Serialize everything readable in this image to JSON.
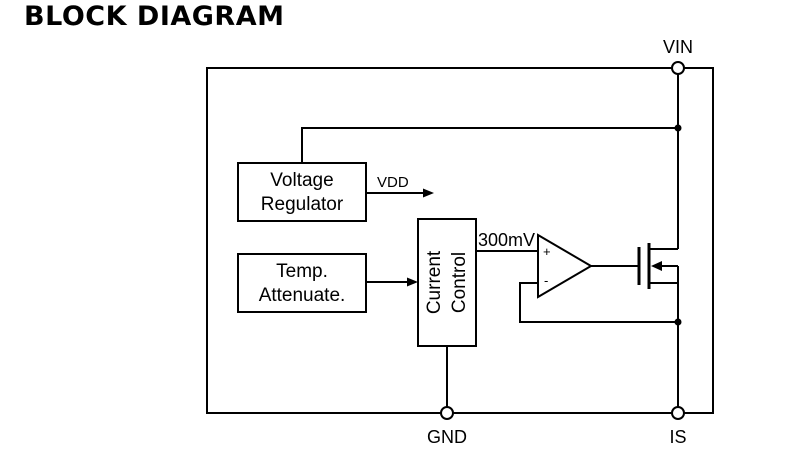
{
  "title": "BLOCK DIAGRAM",
  "pins": {
    "vin": "VIN",
    "gnd": "GND",
    "is": "IS"
  },
  "blocks": {
    "voltage_regulator": {
      "line1": "Voltage",
      "line2": "Regulator"
    },
    "temp_attenuate": {
      "line1": "Temp.",
      "line2": "Attenuate."
    },
    "current_control": {
      "line1": "Current",
      "line2": "Control"
    }
  },
  "signals": {
    "vdd": "VDD",
    "reference": "300mV"
  },
  "opamp": {
    "plus": "+",
    "minus": "-"
  }
}
